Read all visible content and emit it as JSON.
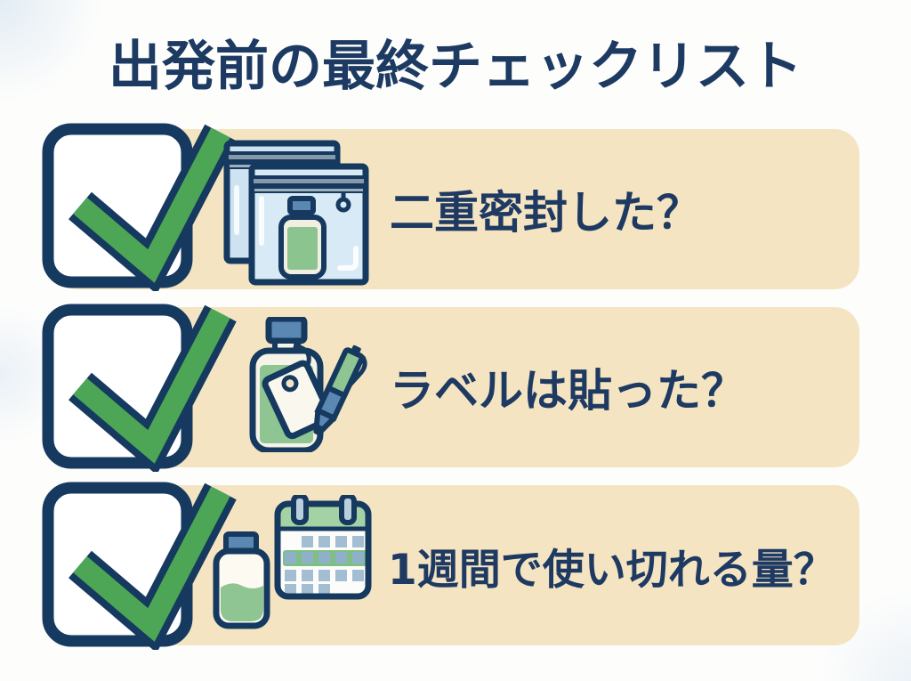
{
  "title": "出発前の最終チェックリスト",
  "checklist": {
    "items": [
      {
        "label": "二重密封した？",
        "checked": true,
        "icon": "ziplock-bags-with-bottle-icon"
      },
      {
        "label": "ラベルは貼った？",
        "checked": true,
        "icon": "bottle-with-tag-and-pen-icon"
      },
      {
        "label": "1週間で使い切れる量？",
        "checked": true,
        "icon": "bottle-and-calendar-icon"
      }
    ]
  },
  "colors": {
    "navy": "#1d3a62",
    "check_green": "#4ca655",
    "band_beige": "#f4e4c2",
    "bag_blue": "#d8eaf6",
    "steel_blue": "#5b87b3",
    "soft_green": "#8fc493",
    "calendar_header_green": "#a5d2a5",
    "calendar_square_blue": "#a3bed3",
    "background": "#fdfdfc"
  }
}
